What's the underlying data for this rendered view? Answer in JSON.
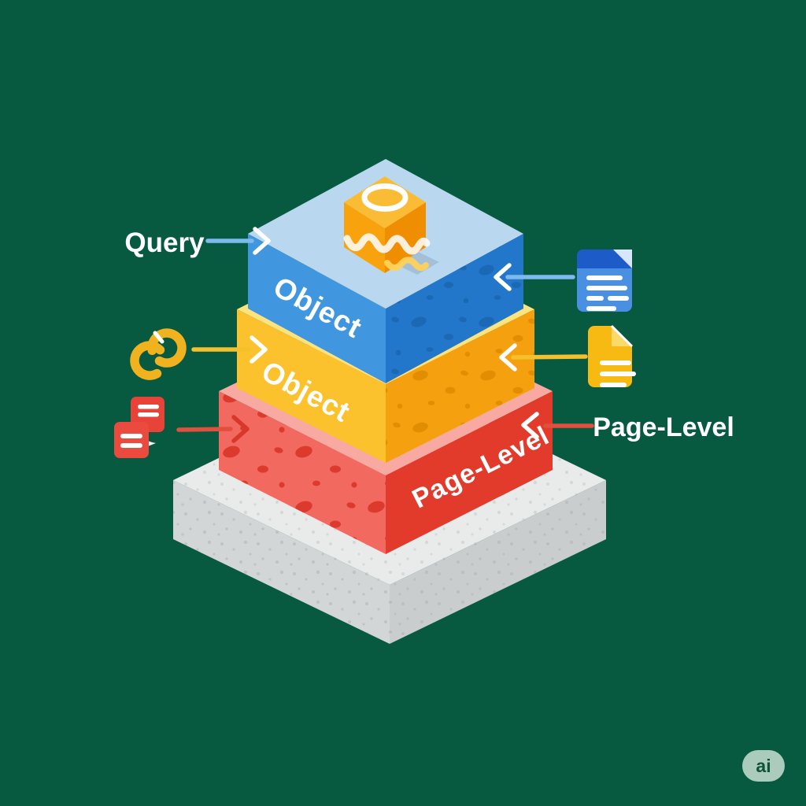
{
  "background_color": "#075a40",
  "stack": {
    "top_cube": {
      "icon": "cache-cube-icon",
      "colors": {
        "top": "#fbbc35",
        "left": "#f8a30e",
        "right": "#ef8e00",
        "ring": "#ffffff"
      }
    },
    "layers": [
      {
        "name": "blue-layer",
        "face_label": "Object",
        "colors": {
          "top": "#b9d8ef",
          "left": "#4096df",
          "right": "#2377ca",
          "spots": "#1b68b4"
        }
      },
      {
        "name": "yellow-layer",
        "face_label": "Object",
        "colors": {
          "top": "#fbe37d",
          "left": "#fcc22d",
          "right": "#f5a00e",
          "spots": "#e18d02"
        }
      },
      {
        "name": "red-layer",
        "face_label": "Page-Level",
        "colors": {
          "top": "#f7a9a2",
          "left": "#f2695f",
          "right": "#e23a2b",
          "spots": "#da372a"
        }
      },
      {
        "name": "gray-base",
        "face_label": "",
        "colors": {
          "top": "#e9ebeb",
          "left": "#d3d6d6",
          "right": "#c9cdcd",
          "spots": "#b2b6b6"
        }
      }
    ]
  },
  "callouts": {
    "left": [
      {
        "type": "text",
        "label": "Query",
        "arrow_color": "#7db9ec"
      },
      {
        "type": "icon",
        "icon": "code-sync-icon",
        "icon_color": "#f0b31f",
        "arrow_color": "#f3c12d"
      },
      {
        "type": "icon",
        "icon": "stacked-documents-icon",
        "icon_color": "#e84338",
        "arrow_color": "#e0503f"
      }
    ],
    "right": [
      {
        "type": "icon",
        "icon": "document-icon",
        "icon_color": "#4a90e2",
        "arrow_color": "#7db9ec"
      },
      {
        "type": "icon",
        "icon": "document-icon",
        "icon_color": "#f6ba12",
        "arrow_color": "#f3c12d"
      },
      {
        "type": "text",
        "label": "Page-Level",
        "arrow_color": "#e0503f"
      }
    ]
  },
  "watermark": {
    "label": "ai",
    "bg": "#c3dbce",
    "fg": "#0b5438"
  }
}
